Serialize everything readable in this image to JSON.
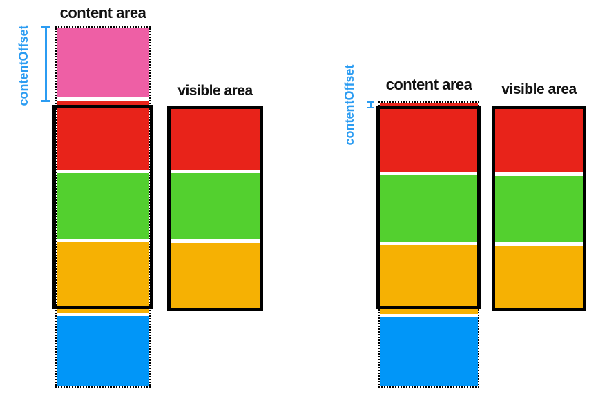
{
  "colors": {
    "pink": "#EE5FA5",
    "red": "#E8231A",
    "green": "#53D02F",
    "orange": "#F6B103",
    "blue": "#0196F8",
    "accent": "#2B9CF2"
  },
  "diagrams": [
    {
      "name": "large-offset",
      "offset_label": "contentOffset",
      "content_area_label": "content area",
      "visible_area_label": "visible area",
      "content_blocks": [
        {
          "color": "pink",
          "height": 101
        },
        {
          "color": "red",
          "height": 100
        },
        {
          "color": "green",
          "height": 95
        },
        {
          "color": "orange",
          "height": 102
        },
        {
          "color": "blue",
          "height": 102
        }
      ],
      "visible_blocks": [
        {
          "color": "red",
          "height": 88
        },
        {
          "color": "green",
          "height": 96
        },
        {
          "color": "orange",
          "height": 94
        }
      ]
    },
    {
      "name": "small-offset",
      "offset_label": "contentOffset",
      "content_area_label": "content area",
      "visible_area_label": "visible area",
      "content_blocks": [
        {
          "color": "red",
          "height": 100
        },
        {
          "color": "green",
          "height": 96
        },
        {
          "color": "orange",
          "height": 100
        },
        {
          "color": "blue",
          "height": 100
        }
      ],
      "visible_blocks": [
        {
          "color": "red",
          "height": 92
        },
        {
          "color": "green",
          "height": 96
        },
        {
          "color": "orange",
          "height": 90
        }
      ]
    }
  ]
}
